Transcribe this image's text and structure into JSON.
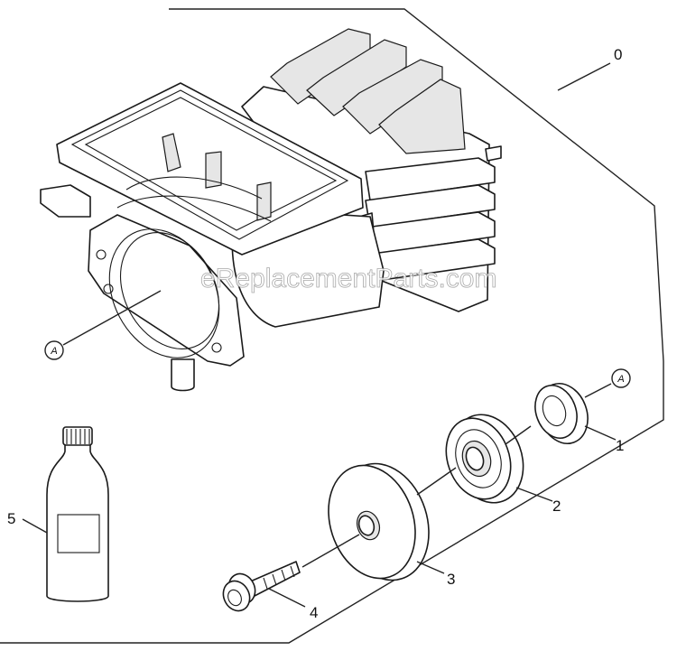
{
  "watermark": "eReplacementParts.com",
  "callouts": {
    "assembly": "0",
    "p1": "1",
    "p2": "2",
    "p3": "3",
    "p4": "4",
    "p5": "5"
  },
  "reference_marks": {
    "left": "A",
    "right": "A"
  }
}
